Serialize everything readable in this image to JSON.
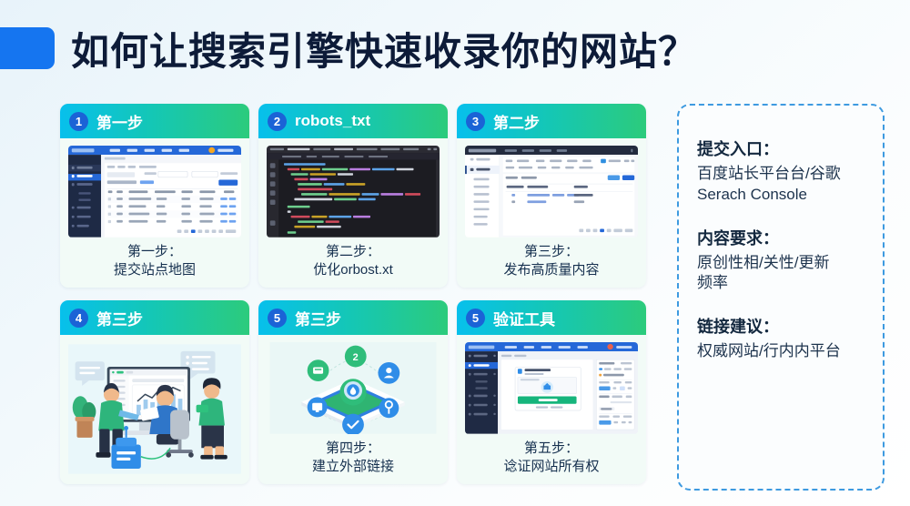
{
  "page": {
    "title": "如何让搜索引擎快速收录你的网站？",
    "accent_color": "#1575f0",
    "header_gradient_from": "#07c0ec",
    "header_gradient_to": "#2ccb7c",
    "badge_color": "#1b63d6",
    "panel_border_color": "#3d9ae0"
  },
  "cards": [
    {
      "badge": "1",
      "header": "第一步",
      "caption_line1": "第一步：",
      "caption_line2": "提交站点地图",
      "media": "admin-dashboard-screenshot"
    },
    {
      "badge": "2",
      "header": "robots_txt",
      "caption_line1": "第二步：",
      "caption_line2": "优化orbost.xt",
      "media": "code-editor-screenshot"
    },
    {
      "badge": "3",
      "header": "第二步",
      "caption_line1": "第三步：",
      "caption_line2": "发布高质量内容",
      "media": "admin-table-screenshot"
    },
    {
      "badge": "4",
      "header": "第三步",
      "caption_line1": "",
      "caption_line2": "",
      "media": "teamwork-analytics-illustration"
    },
    {
      "badge": "5",
      "header": "第三步",
      "caption_line1": "第四步：",
      "caption_line2": "建立外部链接",
      "media": "isometric-network-illustration"
    },
    {
      "badge": "5",
      "header": "验证工具",
      "caption_line1": "第五步：",
      "caption_line2": "谂证网站所有权",
      "media": "verification-panel-screenshot"
    }
  ],
  "info_panel": {
    "blocks": [
      {
        "heading": "提交入口：",
        "body_line1": "百度站长平台台/谷歌",
        "body_line2": "Serach Console"
      },
      {
        "heading": "内容要求：",
        "body_line1": "原创性相/关性/更新",
        "body_line2": "频率"
      },
      {
        "heading": "链接建议：",
        "body_line1": "权威网站/行内内平台",
        "body_line2": ""
      }
    ]
  }
}
